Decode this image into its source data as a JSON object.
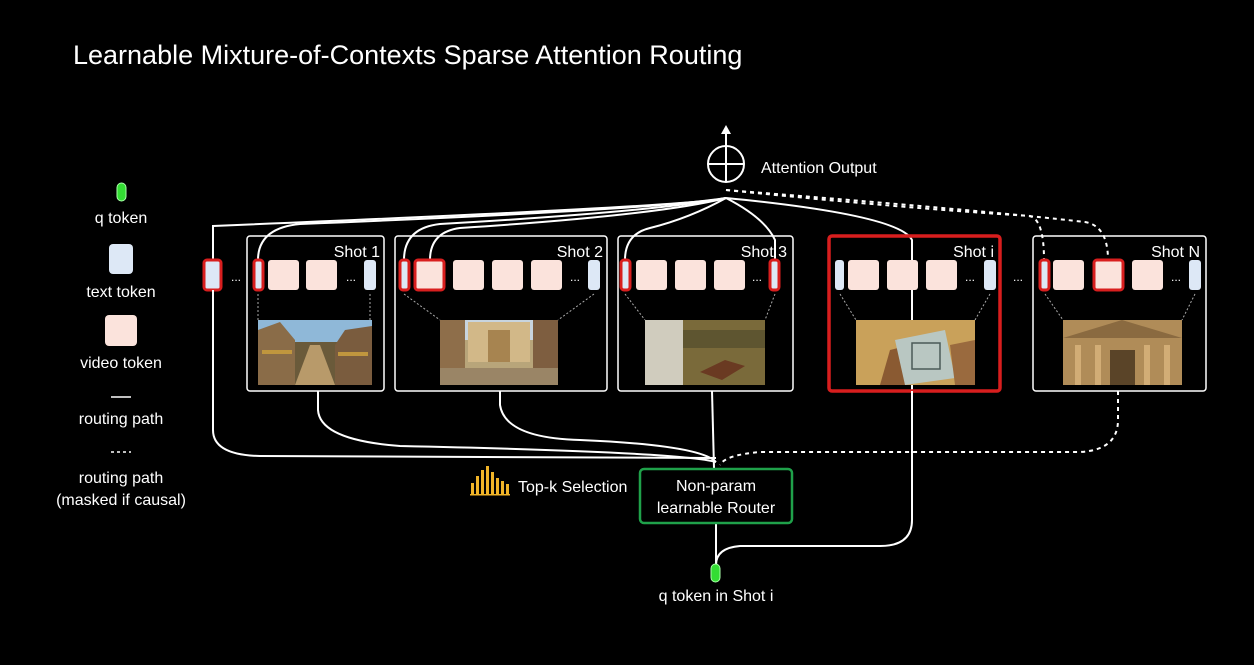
{
  "title": "Learnable Mixture-of-Contexts Sparse Attention Routing",
  "legend": {
    "q_token": "q token",
    "text_token": "text token",
    "video_token": "video token",
    "routing_path": "routing path",
    "routing_path_masked_line1": "routing path",
    "routing_path_masked_line2": "(masked if causal)"
  },
  "attention_output": "Attention Output",
  "shots": [
    {
      "label": "Shot 1"
    },
    {
      "label": "Shot 2"
    },
    {
      "label": "Shot 3"
    },
    {
      "label": "Shot i"
    },
    {
      "label": "Shot N"
    }
  ],
  "topk_label": "Top-k Selection",
  "router": {
    "line1": "Non-param",
    "line2": "learnable Router"
  },
  "q_token_label": "q token in Shot i",
  "ellipsis": "...",
  "colors": {
    "background": "#000000",
    "q_token": "#33dd33",
    "text_token": "#dde8f6",
    "video_token": "#fbe3dc",
    "selected": "#d81e1e",
    "router_border": "#1fa14a",
    "topk_icon": "#f0b428"
  }
}
